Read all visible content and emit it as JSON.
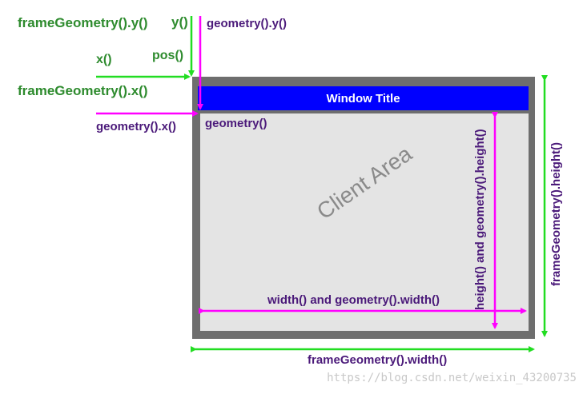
{
  "window": {
    "title": "Window Title",
    "client_area": "Client Area"
  },
  "labels": {
    "frame_y": "frameGeometry().y()",
    "y": "y()",
    "geometry_y": "geometry().y()",
    "x": "x()",
    "pos": "pos()",
    "frame_x": "frameGeometry().x()",
    "geometry_x": "geometry().x()",
    "geometry": "geometry()",
    "width": "width() and geometry().width()",
    "height": "height() and geometry().height()",
    "frame_height": "frameGeometry().height()",
    "frame_width": "frameGeometry().width()"
  },
  "watermark": "https://blog.csdn.net/weixin_43200735",
  "colors": {
    "green": "#2e8b2e",
    "arrow_green": "#22dd22",
    "purple": "#4b1a7a",
    "magenta": "#ff00ff",
    "title_bar": "#0000ff",
    "frame": "#6e6e6e",
    "client": "#e4e4e4"
  }
}
